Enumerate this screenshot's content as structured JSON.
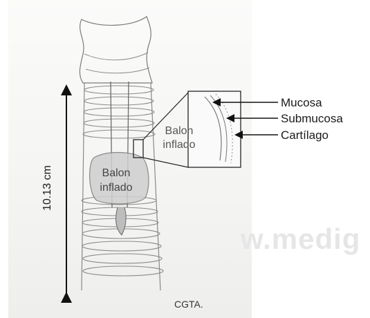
{
  "labels": {
    "mucosa": "Mucosa",
    "submucosa": "Submucosa",
    "cartilago": "Cartílago",
    "balon_zoom": "Balon inflado",
    "balon_main": "Balon inflado",
    "measurement": "10.13 cm",
    "signature": "CGTA."
  },
  "watermark": "w.medig",
  "colors": {
    "pencil": "#6d6d6d",
    "label_ink": "#1a1a1a",
    "paper": "#f4f4f2"
  }
}
